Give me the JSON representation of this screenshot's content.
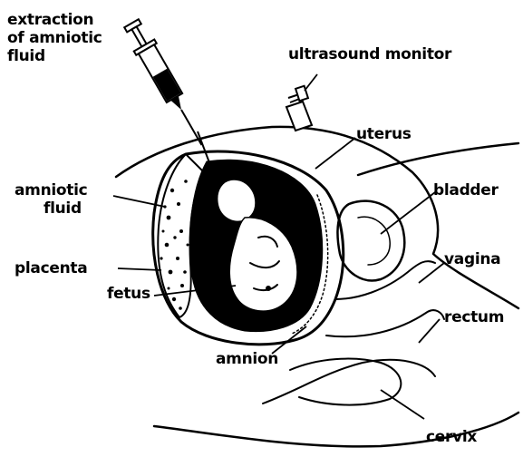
{
  "diagram": {
    "labels": {
      "extraction": [
        "extraction",
        "of amniotic",
        "fluid"
      ],
      "ultrasound_monitor": "ultrasound monitor",
      "uterus": "uterus",
      "amniotic_fluid": [
        "amniotic",
        "fluid"
      ],
      "bladder": "bladder",
      "placenta": "placenta",
      "vagina": "vagina",
      "fetus": "fetus",
      "rectum": "rectum",
      "amnion": "amnion",
      "cervix": "cervix"
    }
  }
}
